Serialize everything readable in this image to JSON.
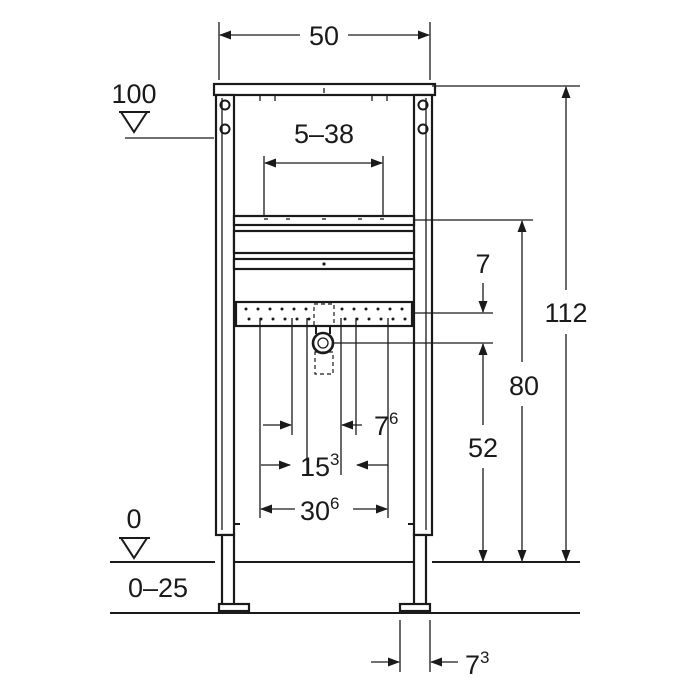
{
  "dimensions": {
    "frame_width": "50",
    "upper_level": "100",
    "adjust_range": "5–38",
    "offset_top": "7",
    "total_height": "112",
    "connection_height": "80",
    "pipe_height": "52",
    "spacing_small": {
      "base": "7",
      "sup": "6"
    },
    "spacing_mid": {
      "base": "15",
      "sup": "3"
    },
    "spacing_wide": {
      "base": "30",
      "sup": "6"
    },
    "floor_level": "0",
    "floor_range": "0–25",
    "foot_width": {
      "base": "7",
      "sup": "3"
    }
  },
  "colors": {
    "line": "#1a1a1a",
    "background": "#ffffff"
  }
}
